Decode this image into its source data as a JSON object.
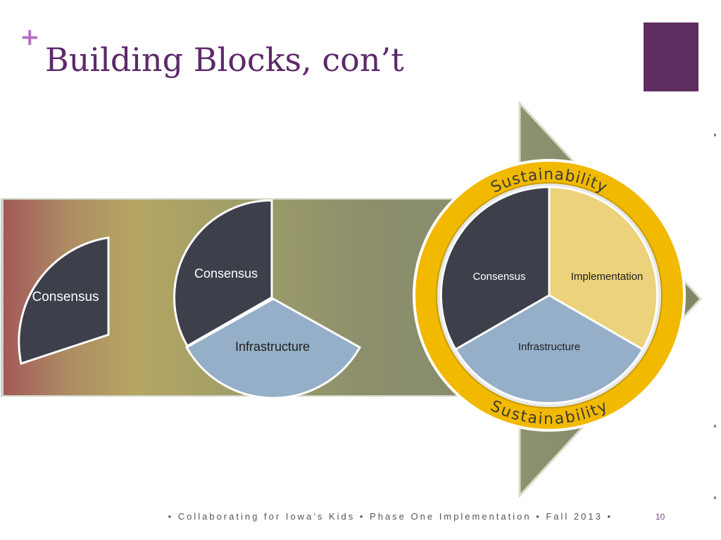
{
  "slide": {
    "plus_symbol": "+",
    "title": "Building Blocks, con’t",
    "accent_color": "#5f2d62"
  },
  "diagram": {
    "stage1": {
      "wedge_label": "Consensus"
    },
    "stage2": {
      "wedge1_label": "Consensus",
      "wedge2_label": "Infrastructure"
    },
    "stage3": {
      "ring_top_label": "Sustainability",
      "ring_bottom_label": "Sustainability",
      "wedge1_label": "Consensus",
      "wedge2_label": "Implementation",
      "wedge3_label": "Infrastructure"
    },
    "colors": {
      "consensus": "#3d3f4a",
      "infrastructure": "#95afc9",
      "implementation": "#ecd27a",
      "ring": "#f1b900",
      "arrow": "#8a8f6d"
    }
  },
  "footer": {
    "text": "• Collaborating for Iowa’s Kids • Phase One Implementation • Fall 2013 •",
    "page_number": "10"
  }
}
